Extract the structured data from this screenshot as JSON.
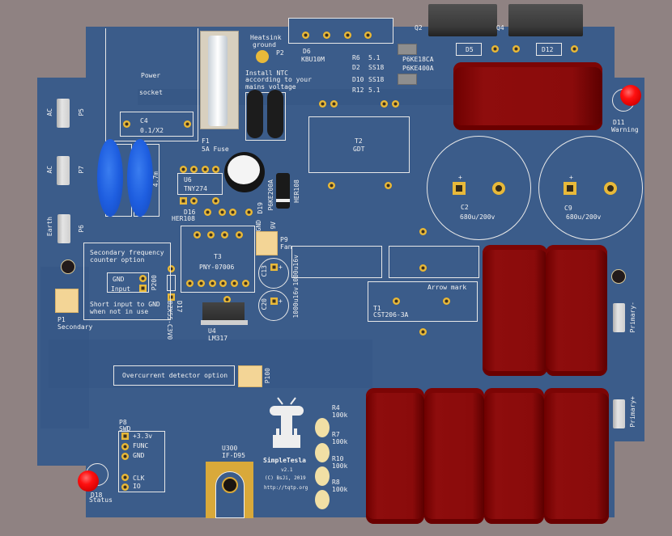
{
  "board": {
    "project_name": "SimpleTesla",
    "version": "v2.1",
    "copyright": "(C) BsJi, 2019",
    "url": "http://tqtp.org",
    "colors": {
      "pcb": "#3b5c8a",
      "background": "#8f8282",
      "silkscreen": "#f2f2f2",
      "pad_gold": "#e8b93a",
      "capacitor_red": "#8a0b0b",
      "led_red": "#ff1010",
      "toroid_blue": "#1e5ee0"
    }
  },
  "components": {
    "power_socket": {
      "line1": "Power",
      "line2": "socket"
    },
    "c4": {
      "ref": "C4",
      "value": "0.1/X2"
    },
    "f1": {
      "ref": "F1",
      "value": "5A Fuse"
    },
    "p5": {
      "ref": "P5",
      "label": "AC"
    },
    "p7": {
      "ref": "P7",
      "label": "AC"
    },
    "p6": {
      "ref": "P6",
      "label": "Earth"
    },
    "choke_value": "4.7m",
    "p2": {
      "ref": "P2",
      "line1": "Heatsink",
      "line2": "ground"
    },
    "ntc_note": {
      "line1": "Install NTC",
      "line2": "according to your",
      "line3": "mains voltage"
    },
    "d6": {
      "ref": "D6",
      "value": "KBU10M"
    },
    "q2": {
      "ref": "Q2"
    },
    "q4": {
      "ref": "Q4"
    },
    "r6": {
      "ref": "R6",
      "value": "5.1"
    },
    "d2": {
      "ref": "D2",
      "value": "SS18"
    },
    "d10": {
      "ref": "D10",
      "value": "SS18"
    },
    "r12": {
      "ref": "R12",
      "value": "5.1"
    },
    "tvs1": "P6KE18CA",
    "tvs2": "P6KE400A",
    "d5": {
      "ref": "D5"
    },
    "d12": {
      "ref": "D12"
    },
    "d11": {
      "ref": "D11",
      "label": "Warning"
    },
    "t2": {
      "ref": "T2",
      "value": "GDT"
    },
    "c2": {
      "ref": "C2",
      "value": "680u/200v",
      "polarity": "+"
    },
    "c9": {
      "ref": "C9",
      "value": "680u/200v",
      "polarity": "+"
    },
    "u6": {
      "ref": "U6",
      "value": "TNY274"
    },
    "d16": {
      "ref": "D16",
      "value": "HER108"
    },
    "d19": {
      "ref": "D19",
      "value": "P6KE200A"
    },
    "her108_b": "HER108",
    "p9": {
      "ref": "P9",
      "label": "Fan",
      "pin1": "GND",
      "pin2": "9V"
    },
    "t3": {
      "ref": "T3",
      "value": "PNY-07006"
    },
    "c13": {
      "ref": "C13",
      "value": "1000u16v",
      "polarity": "+"
    },
    "c20": {
      "ref": "C20",
      "value": "1000u16v",
      "polarity": "+"
    },
    "u4": {
      "ref": "U4",
      "value": "LM317"
    },
    "d17": {
      "ref": "D17",
      "value": "BZX55-C3V0"
    },
    "secondary_counter": {
      "title1": "Secondary frequency",
      "title2": "counter option",
      "pin_gnd": "GND",
      "pin_input": "Input",
      "ref": "P200",
      "note1": "Short input to GND",
      "note2": "when not in use"
    },
    "p1": {
      "ref": "P1",
      "label": "Secondary"
    },
    "t1": {
      "ref": "T1",
      "value": "CST206-3A",
      "note": "Arrow mark"
    },
    "overcurrent": {
      "label": "Overcurrent detector option",
      "ref": "P100"
    },
    "p8": {
      "ref": "P8",
      "label": "SWD",
      "pins": [
        "+3.3v",
        "FUNC",
        "GND",
        "CLK",
        "IO"
      ]
    },
    "u300": {
      "ref": "U300",
      "value": "IF-D95"
    },
    "d18": {
      "ref": "D18",
      "label": "Status"
    },
    "r4": {
      "ref": "R4",
      "value": "100k"
    },
    "r7": {
      "ref": "R7",
      "value": "100k"
    },
    "r10": {
      "ref": "R10",
      "value": "100k"
    },
    "r8": {
      "ref": "R8",
      "value": "100k"
    },
    "primary_minus": "Primary-",
    "primary_plus": "Primary+"
  }
}
